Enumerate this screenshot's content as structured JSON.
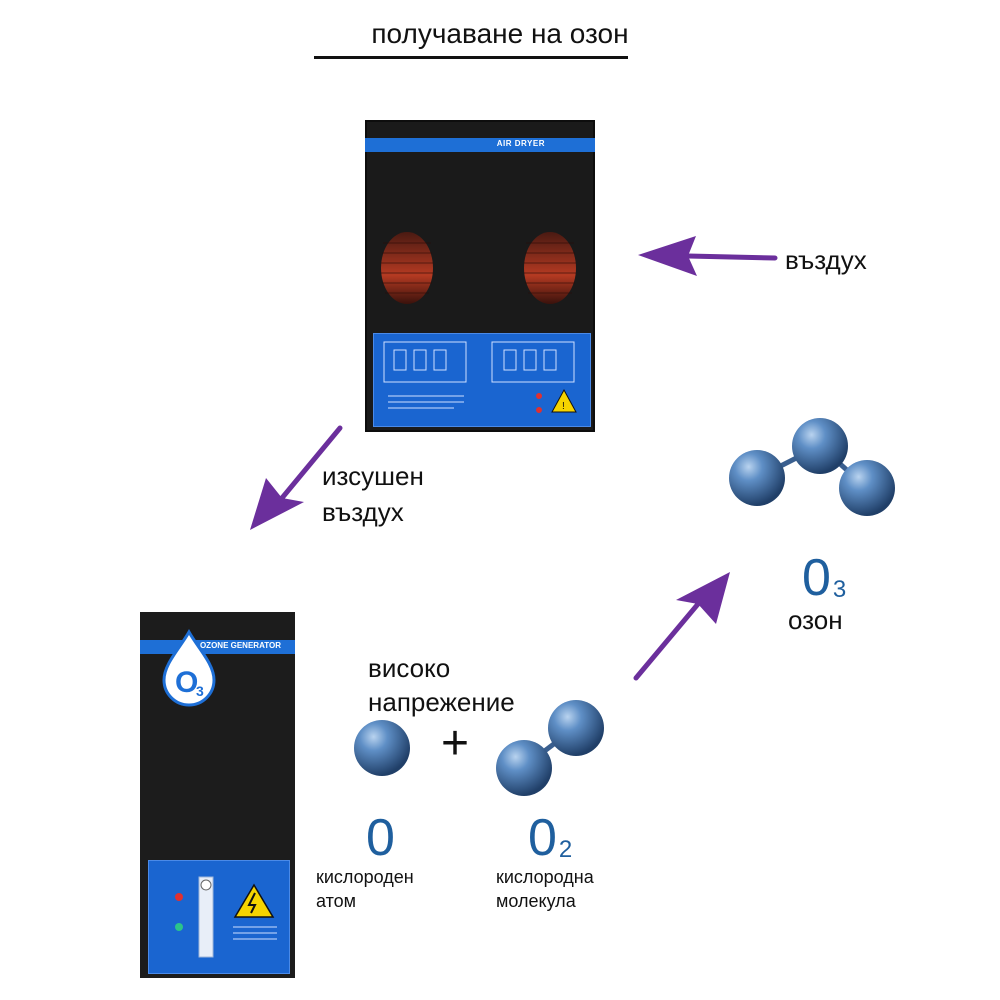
{
  "title": "получаване на озон",
  "labels": {
    "air_in": "въздух",
    "dried_air_line1": "изсушен",
    "dried_air_line2": "въздух",
    "high_voltage_line1": "високо",
    "high_voltage_line2": "напрежение",
    "plus": "+",
    "ozone_word": "озон"
  },
  "formulas": {
    "oxygen_atom": {
      "main": "0",
      "sub": ""
    },
    "oxygen_molecule": {
      "main": "0",
      "sub": "2"
    },
    "ozone": {
      "main": "0",
      "sub": "3"
    }
  },
  "captions": {
    "oxygen_atom_line1": "кислороден",
    "oxygen_atom_line2": "атом",
    "oxygen_molecule_line1": "кислородна",
    "oxygen_molecule_line2": "молекула"
  },
  "devices": {
    "dryer_label": "AIR DRYER",
    "generator_label": "OZONE GENERATOR",
    "generator_badge_main": "O",
    "generator_badge_sub": "3"
  },
  "colors": {
    "arrow": "#6b2f9c",
    "molecule": "#4f7fb8",
    "formula": "#1f5f9e",
    "device_blue": "#1e6fd6"
  }
}
